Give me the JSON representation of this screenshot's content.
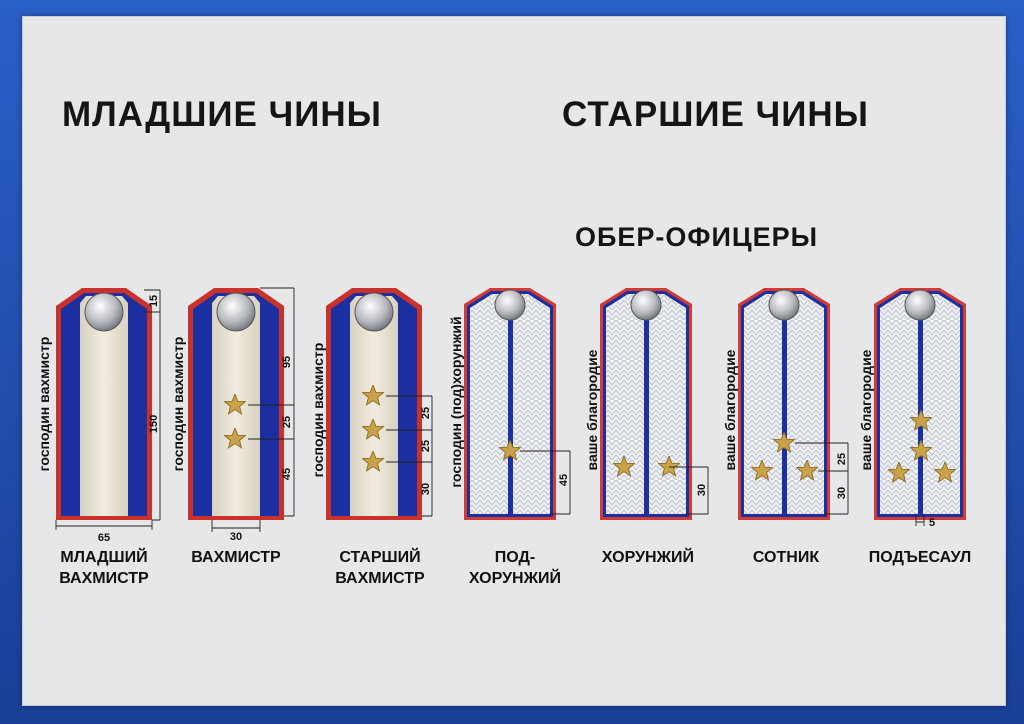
{
  "headings": {
    "junior": "МЛАДШИЕ ЧИНЫ",
    "senior": "СТАРШИЕ ЧИНЫ",
    "ober": "ОБЕР-ОФИЦЕРЫ"
  },
  "colors": {
    "frame": "#1f4aa8",
    "piping": "#c8322a",
    "stripe": "#1c2fa0",
    "junior_center": "#e7e0cf",
    "officer_cloth": "#eef0f3",
    "star": "#c9a24a"
  },
  "epaulets": [
    {
      "key": "e1",
      "group": "junior",
      "rank_lines": [
        "МЛАДШИЙ",
        "ВАХМИСТР"
      ],
      "address": "господин вахмистр",
      "stars": 0,
      "dims": [
        "15",
        "150",
        "65"
      ]
    },
    {
      "key": "e2",
      "group": "junior",
      "rank_lines": [
        "ВАХМИСТР"
      ],
      "address": "господин вахмистр",
      "stars": 2,
      "dims": [
        "95",
        "25",
        "45",
        "30"
      ]
    },
    {
      "key": "e3",
      "group": "junior",
      "rank_lines": [
        "СТАРШИЙ",
        "ВАХМИСТР"
      ],
      "address": "господин вахмистр",
      "stars": 3,
      "dims": [
        "25",
        "25",
        "30"
      ]
    },
    {
      "key": "e4",
      "group": "officer",
      "rank_lines": [
        "ПОД-",
        "ХОРУНЖИЙ"
      ],
      "address": "господин (под)хорунжий",
      "stars": 1,
      "dims": [
        "45"
      ]
    },
    {
      "key": "e5",
      "group": "officer",
      "rank_lines": [
        "ХОРУНЖИЙ"
      ],
      "address": "ваше благородие",
      "stars": 2,
      "dims": [
        "30"
      ]
    },
    {
      "key": "e6",
      "group": "officer",
      "rank_lines": [
        "СОТНИК"
      ],
      "address": "ваше благородие",
      "stars": 3,
      "dims": [
        "25",
        "30"
      ]
    },
    {
      "key": "e7",
      "group": "officer",
      "rank_lines": [
        "ПОДЪЕСАУЛ"
      ],
      "address": "ваше благородие",
      "stars": 4,
      "dims": [
        "5"
      ]
    }
  ]
}
